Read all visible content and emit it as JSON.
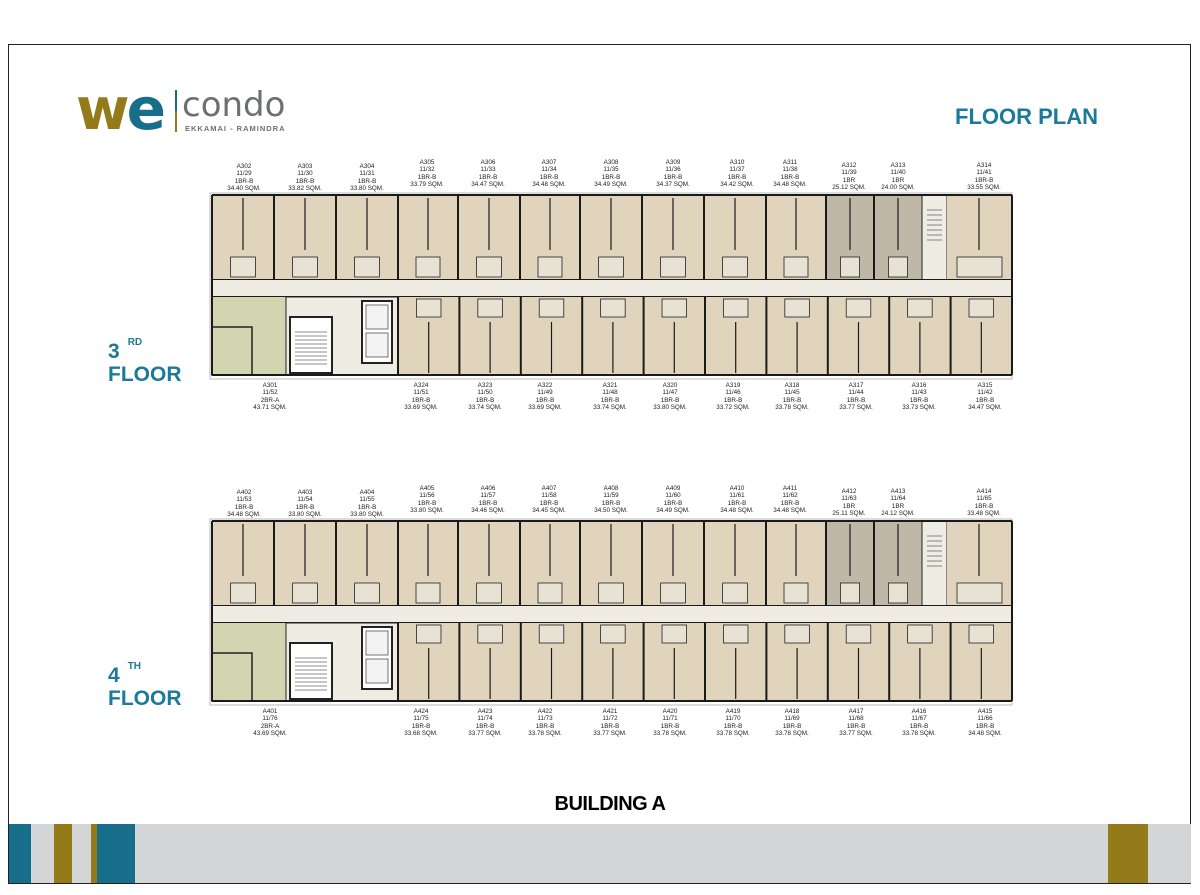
{
  "logo": {
    "we": "w",
    "e": "e",
    "condo": "condo",
    "tagline": "EKKAMAI - RAMINDRA"
  },
  "title": "FLOOR PLAN",
  "building": "BUILDING A",
  "colors": {
    "teal": "#176e8a",
    "gold": "#957a1a",
    "unit": "#e0d4bd",
    "unit_1br": "#c0b8a6",
    "unit_2br": "#d3d5b0",
    "corridor": "#efece4",
    "stripe": "#d4d5d7"
  },
  "floors": [
    {
      "number": "3",
      "suffix": "RD",
      "word": "FLOOR",
      "units_top": [
        {
          "id": "A302",
          "code": "11/29",
          "type": "1BR-B",
          "area": "34.40 SQM."
        },
        {
          "id": "A303",
          "code": "11/30",
          "type": "1BR-B",
          "area": "33.82 SQM."
        },
        {
          "id": "A304",
          "code": "11/31",
          "type": "1BR-B",
          "area": "33.80 SQM."
        },
        {
          "id": "A305",
          "code": "11/32",
          "type": "1BR-B",
          "area": "33.79 SQM."
        },
        {
          "id": "A306",
          "code": "11/33",
          "type": "1BR-B",
          "area": "34.47 SQM."
        },
        {
          "id": "A307",
          "code": "11/34",
          "type": "1BR-B",
          "area": "34.48 SQM."
        },
        {
          "id": "A308",
          "code": "11/35",
          "type": "1BR-B",
          "area": "34.49 SQM."
        },
        {
          "id": "A309",
          "code": "11/36",
          "type": "1BR-B",
          "area": "34.37 SQM."
        },
        {
          "id": "A310",
          "code": "11/37",
          "type": "1BR-B",
          "area": "34.42 SQM."
        },
        {
          "id": "A311",
          "code": "11/38",
          "type": "1BR-B",
          "area": "34.48 SQM."
        },
        {
          "id": "A312",
          "code": "11/39",
          "type": "1BR",
          "area": "25.12 SQM."
        },
        {
          "id": "A313",
          "code": "11/40",
          "type": "1BR",
          "area": "24.00 SQM."
        },
        {
          "id": "A314",
          "code": "11/41",
          "type": "1BR-B",
          "area": "33.55 SQM."
        }
      ],
      "units_bottom": [
        {
          "id": "A301",
          "code": "11/52",
          "type": "2BR-A",
          "area": "43.71 SQM."
        },
        {
          "id": "A324",
          "code": "11/51",
          "type": "1BR-B",
          "area": "33.69 SQM."
        },
        {
          "id": "A323",
          "code": "11/50",
          "type": "1BR-B",
          "area": "33.74 SQM."
        },
        {
          "id": "A322",
          "code": "11/49",
          "type": "1BR-B",
          "area": "33.69 SQM."
        },
        {
          "id": "A321",
          "code": "11/48",
          "type": "1BR-B",
          "area": "33.74 SQM."
        },
        {
          "id": "A320",
          "code": "11/47",
          "type": "1BR-B",
          "area": "33.80 SQM."
        },
        {
          "id": "A319",
          "code": "11/46",
          "type": "1BR-B",
          "area": "33.72 SQM."
        },
        {
          "id": "A318",
          "code": "11/45",
          "type": "1BR-B",
          "area": "33.78 SQM."
        },
        {
          "id": "A317",
          "code": "11/44",
          "type": "1BR-B",
          "area": "33.77 SQM."
        },
        {
          "id": "A316",
          "code": "11/43",
          "type": "1BR-B",
          "area": "33.73 SQM."
        },
        {
          "id": "A315",
          "code": "11/42",
          "type": "1BR-B",
          "area": "34.47 SQM."
        }
      ]
    },
    {
      "number": "4",
      "suffix": "TH",
      "word": "FLOOR",
      "units_top": [
        {
          "id": "A402",
          "code": "11/53",
          "type": "1BR-B",
          "area": "34.48 SQM."
        },
        {
          "id": "A403",
          "code": "11/54",
          "type": "1BR-B",
          "area": "33.80 SQM."
        },
        {
          "id": "A404",
          "code": "11/55",
          "type": "1BR-B",
          "area": "33.80 SQM."
        },
        {
          "id": "A405",
          "code": "11/56",
          "type": "1BR-B",
          "area": "33.80 SQM."
        },
        {
          "id": "A406",
          "code": "11/57",
          "type": "1BR-B",
          "area": "34.46 SQM."
        },
        {
          "id": "A407",
          "code": "11/58",
          "type": "1BR-B",
          "area": "34.45 SQM."
        },
        {
          "id": "A408",
          "code": "11/59",
          "type": "1BR-B",
          "area": "34.50 SQM."
        },
        {
          "id": "A409",
          "code": "11/60",
          "type": "1BR-B",
          "area": "34.49 SQM."
        },
        {
          "id": "A410",
          "code": "11/61",
          "type": "1BR-B",
          "area": "34.48 SQM."
        },
        {
          "id": "A411",
          "code": "11/62",
          "type": "1BR-B",
          "area": "34.48 SQM."
        },
        {
          "id": "A412",
          "code": "11/63",
          "type": "1BR",
          "area": "25.11 SQM."
        },
        {
          "id": "A413",
          "code": "11/64",
          "type": "1BR",
          "area": "24.12 SQM."
        },
        {
          "id": "A414",
          "code": "11/65",
          "type": "1BR-B",
          "area": "33.48 SQM."
        }
      ],
      "units_bottom": [
        {
          "id": "A401",
          "code": "11/76",
          "type": "2BR-A",
          "area": "43.69 SQM."
        },
        {
          "id": "A424",
          "code": "11/75",
          "type": "1BR-B",
          "area": "33.68 SQM."
        },
        {
          "id": "A423",
          "code": "11/74",
          "type": "1BR-B",
          "area": "33.77 SQM."
        },
        {
          "id": "A422",
          "code": "11/73",
          "type": "1BR-B",
          "area": "33.78 SQM."
        },
        {
          "id": "A421",
          "code": "11/72",
          "type": "1BR-B",
          "area": "33.77 SQM."
        },
        {
          "id": "A420",
          "code": "11/71",
          "type": "1BR-B",
          "area": "33.78 SQM."
        },
        {
          "id": "A419",
          "code": "11/70",
          "type": "1BR-B",
          "area": "33.78 SQM."
        },
        {
          "id": "A418",
          "code": "11/69",
          "type": "1BR-B",
          "area": "33.78 SQM."
        },
        {
          "id": "A417",
          "code": "11/68",
          "type": "1BR-B",
          "area": "33.77 SQM."
        },
        {
          "id": "A416",
          "code": "11/67",
          "type": "1BR-B",
          "area": "33.78 SQM."
        },
        {
          "id": "A415",
          "code": "11/66",
          "type": "1BR-B",
          "area": "34.48 SQM."
        }
      ]
    }
  ]
}
